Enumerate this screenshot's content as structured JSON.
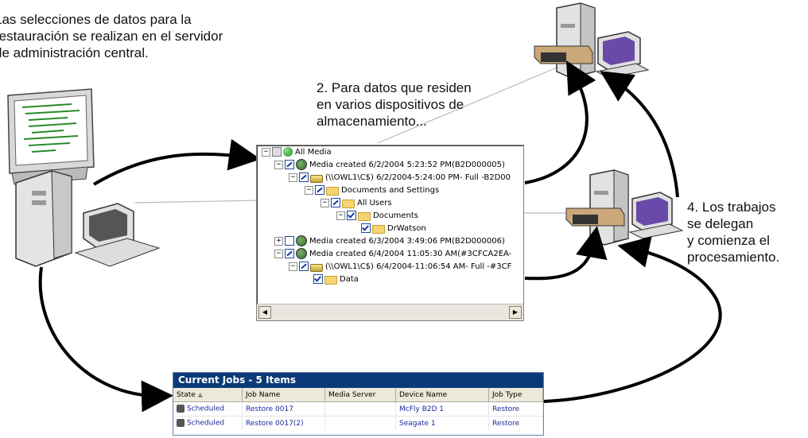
{
  "annotations": {
    "step1": "Las selecciones de datos para la\nrestauración se realizan en el servidor\nde administración central.",
    "step2": "2. Para datos que residen\nen varios dispositivos de\nalmacenamiento...",
    "step4": "4. Los trabajos\nse delegan\ny comienza el\nprocesamiento."
  },
  "tree": {
    "rows": [
      {
        "label": "All Media",
        "icon": "globe-icon"
      },
      {
        "label": "Media created 6/2/2004 5:23:52 PM(B2D000005)",
        "icon": "media-icon"
      },
      {
        "label": "(\\\\OWL1\\C$) 6/2/2004-5:24:00 PM- Full -B2D00",
        "icon": "drive-icon"
      },
      {
        "label": "Documents and Settings",
        "icon": "folder-icon"
      },
      {
        "label": "All Users",
        "icon": "folder-icon"
      },
      {
        "label": "Documents",
        "icon": "folder-icon"
      },
      {
        "label": "DrWatson",
        "icon": "folder-icon"
      },
      {
        "label": "Media created 6/3/2004 3:49:06 PM(B2D000006)",
        "icon": "media-icon"
      },
      {
        "label": "Media created 6/4/2004 11:05:30 AM(#3CFCA2EA-",
        "icon": "media-icon"
      },
      {
        "label": "(\\\\OWL1\\C$) 6/4/2004-11:06:54 AM- Full -#3CF",
        "icon": "drive-icon"
      },
      {
        "label": "Data",
        "icon": "folder-icon"
      }
    ]
  },
  "jobs": {
    "title": "Current Jobs  - 5 Items",
    "columns": [
      "State",
      "Job Name",
      "Media Server",
      "Device Name",
      "Job Type"
    ],
    "rows": [
      [
        "Scheduled",
        "Restore 0017",
        "",
        "McFly B2D 1",
        "Restore"
      ],
      [
        "Scheduled",
        "Restore 0017(2)",
        "",
        "Seagate 1",
        "Restore"
      ]
    ]
  }
}
